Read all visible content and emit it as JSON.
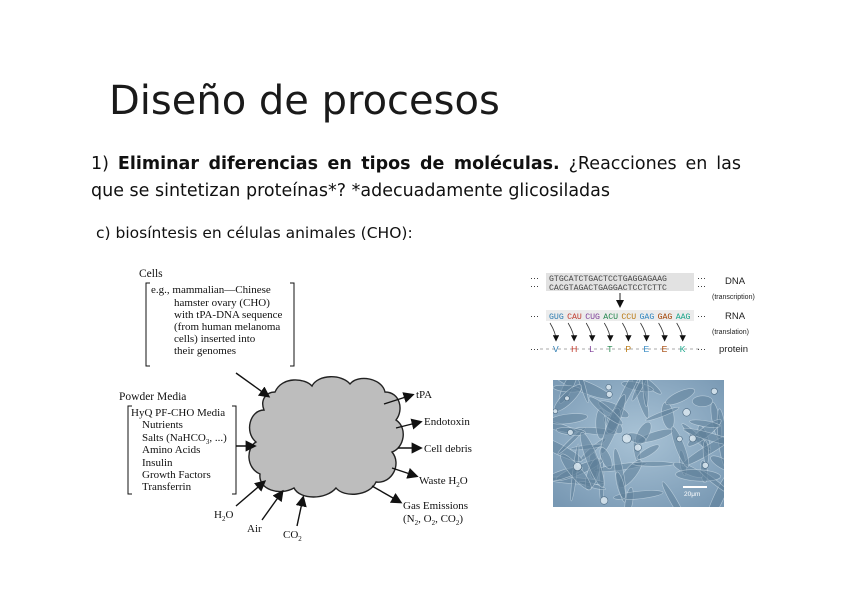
{
  "slide": {
    "title": "Diseño de procesos",
    "point_number": "1)",
    "point_bold": "Eliminar diferencias en tipos de moléculas.",
    "point_rest": "¿Reacciones en las que se sintetizan proteínas*?   *adecuadamente glicosiladas",
    "subheading": "c) biosíntesis en células animales (CHO):"
  },
  "process_diagram": {
    "cells_label": "Cells",
    "cells_lines": [
      "e.g., mammalian—Chinese",
      "hamster ovary (CHO)",
      "with tPA-DNA sequence",
      "(from human melanoma",
      "cells) inserted into",
      "their genomes"
    ],
    "media_label": "Powder Media",
    "media_lines": [
      "HyQ PF-CHO Media",
      "Nutrients",
      "Salts (NaHCO",
      "3",
      ", ...)",
      "Amino Acids",
      "Insulin",
      "Growth Factors",
      "Transferrin"
    ],
    "inputs": {
      "water": "H",
      "water_sub": "2",
      "water_end": "O",
      "air": "Air",
      "co2": "CO",
      "co2_sub": "2"
    },
    "outputs": {
      "tpa": "tPA",
      "endotoxin": "Endotoxin",
      "cell_debris": "Cell debris",
      "waste": "Waste H",
      "waste_sub": "2",
      "waste_end": "O",
      "gas": "Gas Emissions",
      "gas_detail": "(N",
      "gas_detail_2": ", O",
      "gas_detail_3": ", CO",
      "gas_detail_4": ")",
      "sub2": "2"
    }
  },
  "central_dogma": {
    "dna_top": "GTGCATCTGACTCCTGAGGAGAAG",
    "dna_bottom": "CACGTAGACTGAGGACTCCTCTTC",
    "rna": "GUGCAUCUGACUCCUGAGGAGAAG",
    "dna_label": "DNA",
    "transcription": "(transcription)",
    "rna_label": "RNA",
    "translation": "(translation)",
    "protein_label": "protein",
    "amino_acids": [
      "V",
      "H",
      "L",
      "T",
      "P",
      "E",
      "E",
      "K"
    ],
    "codon_colors": [
      "#2a7ab0",
      "#c0392b",
      "#7d3c98",
      "#1e8449",
      "#b9770e",
      "#2e86c1",
      "#a04000",
      "#17a589"
    ]
  },
  "micrograph": {
    "scale_label": "20μm",
    "colors": {
      "background": "#8fb0c8",
      "cell": "#5f7f99",
      "highlight": "#dbe7f0"
    }
  }
}
